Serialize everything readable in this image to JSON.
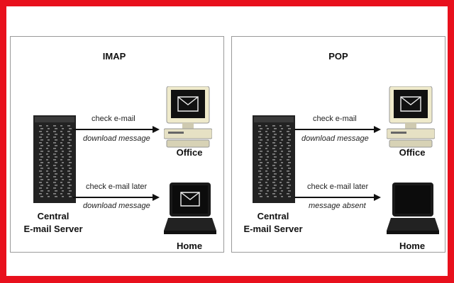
{
  "imap": {
    "title": "IMAP",
    "arrow1_top": "check e-mail",
    "arrow1_bottom": "download message",
    "arrow2_top": "check e-mail later",
    "arrow2_bottom": "download message",
    "server_line1": "Central",
    "server_line2": "E-mail Server",
    "office_label": "Office",
    "home_label": "Home"
  },
  "pop": {
    "title": "POP",
    "arrow1_top": "check e-mail",
    "arrow1_bottom": "download message",
    "arrow2_top": "check e-mail later",
    "arrow2_bottom": "message absent",
    "server_line1": "Central",
    "server_line2": "E-mail Server",
    "office_label": "Office",
    "home_label": "Home"
  },
  "colors": {
    "frame": "#e8101c",
    "panel_border": "#9a9a9a",
    "ink": "#111111"
  },
  "icons": {
    "server": "server-tower-icon",
    "desktop_mail": "desktop-mail-icon",
    "laptop_mail": "laptop-mail-icon",
    "laptop_blank": "laptop-blank-icon"
  }
}
